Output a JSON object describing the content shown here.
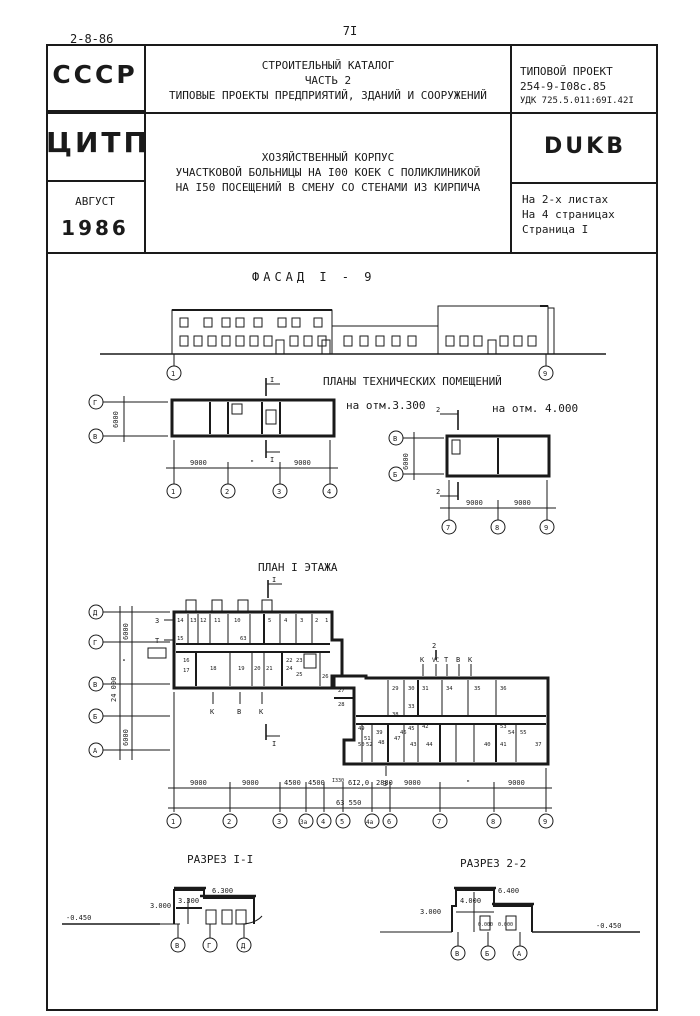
{
  "page_number": "7I",
  "stamp_date": "2-8-86",
  "header": {
    "org": "СССР",
    "catalog": [
      "СТРОИТЕЛЬНЫЙ КАТАЛОГ",
      "ЧАСТЬ 2",
      "ТИПОВЫЕ ПРОЕКТЫ ПРЕДПРИЯТИЙ, ЗДАНИЙ И СООРУЖЕНИЙ"
    ],
    "project_label": "ТИПОВОЙ ПРОЕКТ",
    "project_number": "254-9-I08с.85",
    "udk": "УДК 725.5.011:69I.42I",
    "institute": "ЦИТП",
    "title_lines": [
      "ХОЗЯЙСТВЕННЫЙ КОРПУС",
      "УЧАСТКОВОЙ БОЛЬНИЦЫ НА I00 КОЕК С ПОЛИКЛИНИКОЙ",
      "НА I50 ПОСЕЩЕНИЙ В СМЕНУ СО СТЕНАМИ ИЗ КИРПИЧА"
    ],
    "code": "DUKB",
    "month": "АВГУСТ",
    "year": "1986",
    "sheets": [
      "На 2-х листах",
      "На 4 страницах",
      "Страница I"
    ]
  },
  "drawing": {
    "facade_title": "ФАСАД I - 9",
    "tech_plans_title": "ПЛАНЫ ТЕХНИЧЕСКИХ ПОМЕЩЕНИЙ",
    "tech_plan_a_elevation": "на отм.3.300",
    "tech_plan_b_elevation": "на отм. 4.000",
    "ground_plan_title": "ПЛАН I ЭТАЖА",
    "section1_title": "РАЗРЕЗ I-I",
    "section2_title": "РАЗРЕЗ 2-2",
    "dim_9000": "9000",
    "dim_ditto": "\"",
    "dim_6000": "6000",
    "dim_4500": "4500",
    "dim_6120": "6I2,0",
    "dim_2880": "2880",
    "dim_24000": "24 000",
    "dim_total": "63 550",
    "dim_1330": "I330",
    "axis_letters": [
      "Д",
      "Г",
      "В",
      "Б",
      "А"
    ],
    "axis_numbers": [
      "1",
      "2",
      "3",
      "4",
      "5",
      "6",
      "7",
      "8",
      "9"
    ],
    "axis_special": [
      "3а",
      "4а"
    ],
    "cut1": "I",
    "cut2": "2",
    "entry_labels": [
      "К",
      "В",
      "К",
      "К",
      "VC",
      "Т",
      "В",
      "К",
      "3",
      "Т"
    ],
    "level_neg": "-0.450",
    "level_3000": "3.000",
    "level_6300": "6.300",
    "level_3300": "3.300",
    "level_6400": "6.400",
    "level_4000": "4.000",
    "level_0": "0.000",
    "room_numbers": [
      "14",
      "13",
      "12",
      "11",
      "10",
      "5",
      "4",
      "3",
      "2",
      "1",
      "15",
      "16",
      "17",
      "18",
      "19",
      "20",
      "21",
      "22",
      "23",
      "24",
      "25",
      "26",
      "63",
      "27",
      "28",
      "29",
      "30",
      "31",
      "33",
      "34",
      "35",
      "36",
      "37",
      "38",
      "39",
      "40",
      "41",
      "42",
      "43",
      "44",
      "45",
      "46",
      "47",
      "48",
      "49",
      "50",
      "51",
      "52",
      "53",
      "54",
      "55"
    ]
  }
}
